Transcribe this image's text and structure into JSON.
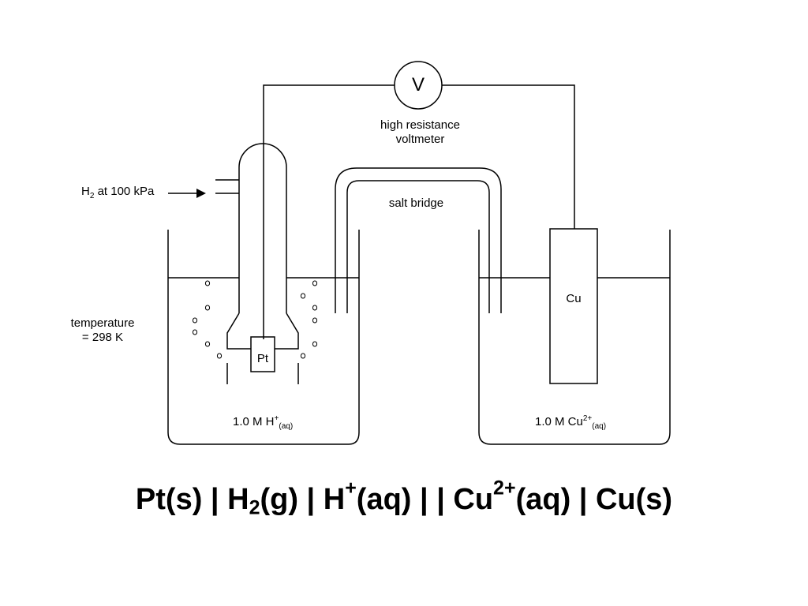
{
  "voltmeter": {
    "symbol": "V",
    "caption_line1": "high resistance",
    "caption_line2": "voltmeter"
  },
  "hydrogen_inlet": {
    "species": "H",
    "subscript": "2",
    "rest": " at 100 kPa"
  },
  "salt_bridge": {
    "label": "salt bridge"
  },
  "temperature": {
    "line1": "temperature",
    "line2": "= 298 K"
  },
  "anode": {
    "electrode": "Pt",
    "solution_main": "1.0 M H",
    "solution_sup": "+",
    "solution_sub": "(aq)"
  },
  "cathode": {
    "electrode": "Cu",
    "solution_main": "1.0 M Cu",
    "solution_sup": "2+",
    "solution_sub": "(aq)"
  },
  "cell_notation": {
    "p1": "Pt(s) | H",
    "p1_sub": "2",
    "p2": "(g) | H",
    "p2_sup": "+",
    "p3": "(aq) | | Cu",
    "p3_sup": "2+",
    "p4": "(aq) | Cu(s)"
  },
  "colors": {
    "line": "#000000",
    "background": "#ffffff"
  }
}
